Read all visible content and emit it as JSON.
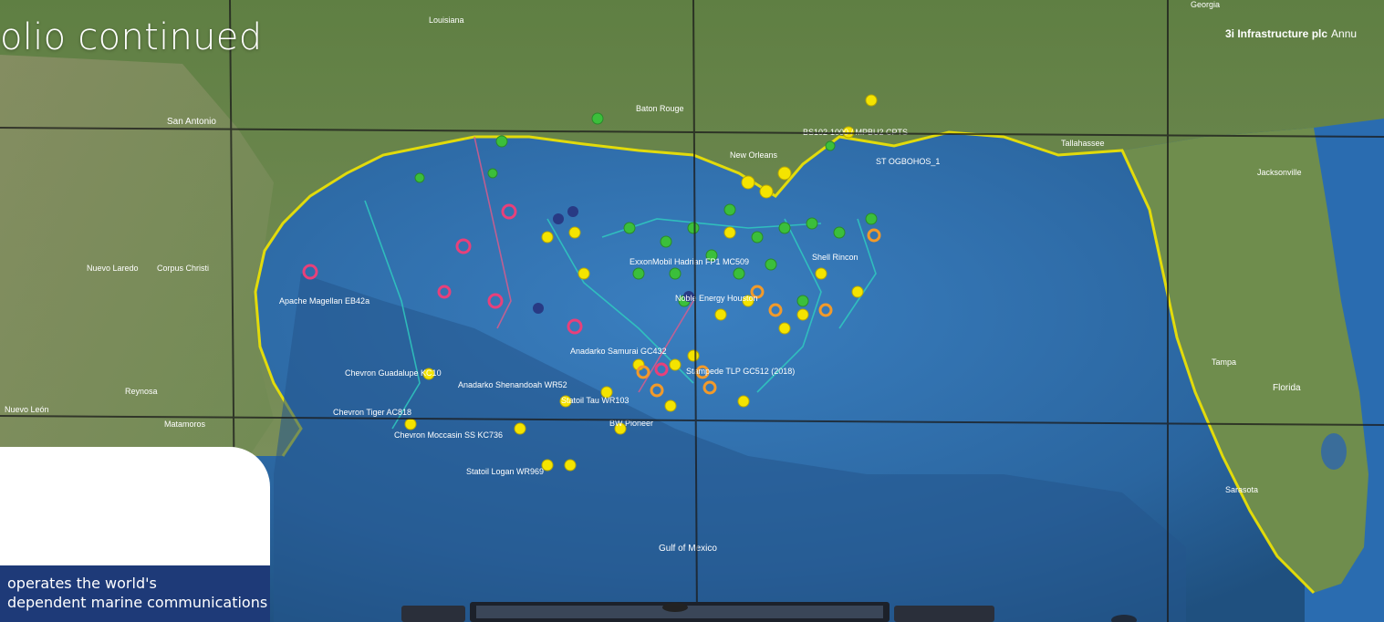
{
  "page": {
    "title": "olio continued",
    "running_header_bold": "3i Infrastructure plc",
    "running_header_rest": "Annu",
    "intro_text": "operates the world's",
    "intro_text_line2": "dependent marine communications"
  },
  "map": {
    "region_labels": [
      "Georgia",
      "Jacksonville",
      "Florida",
      "Tampa",
      "Sarasota",
      "Gulf of Mexico",
      "San Antonio",
      "Nuevo Laredo",
      "Corpus Christi",
      "Reynosa",
      "Matamoros",
      "Nuevo León",
      "Louisiana",
      "Baton Rouge",
      "New Orleans",
      "Tallahassee"
    ],
    "asset_labels": [
      "Apache Magellan EB42a",
      "Chevron Tiger AC818",
      "Chevron Moccasin SS KC736",
      "Statoil Logan WR969",
      "Chevron Guadalupe KC10",
      "Anadarko Shenandoah WR52",
      "Statoil Tau WR103",
      "BW Pioneer",
      "Anadarko Samurai GC432",
      "Stampede TLP GC512 (2018)",
      "Noble Energy Houston",
      "ExxonMobil Hadrian FP1 MC509",
      "Shell Rincon",
      "BS102-1000 / MPBU2 CPTS",
      "ST OGBOHOS_1"
    ],
    "colors": {
      "ocean": "#2f6fae",
      "land": "#6c8a4e",
      "coast": "#f2e600",
      "card": "#ffffff",
      "band": "#1e3a78",
      "grid": "#1a1a1a"
    }
  }
}
